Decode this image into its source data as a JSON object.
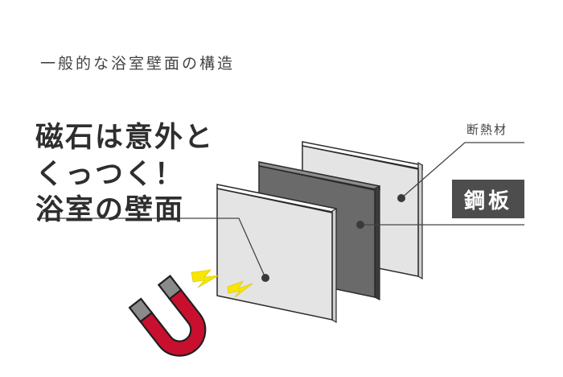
{
  "title": "一般的な浴室壁面の構造",
  "headline": {
    "line1": "磁石は意外と",
    "line2": "くっつく！",
    "line3": "浴室の壁面"
  },
  "labels": {
    "insulation": "断熱材",
    "steel": "鋼板"
  },
  "colors": {
    "insulation_panel": "#e4e4e4",
    "steel_panel": "#6a6a6a",
    "wall_panel": "#e4e4e4",
    "steel_badge": "#4d4d4d",
    "magnet_red": "#c8102e",
    "magnet_gray": "#8a8a8a",
    "spark": "#f7e600"
  }
}
